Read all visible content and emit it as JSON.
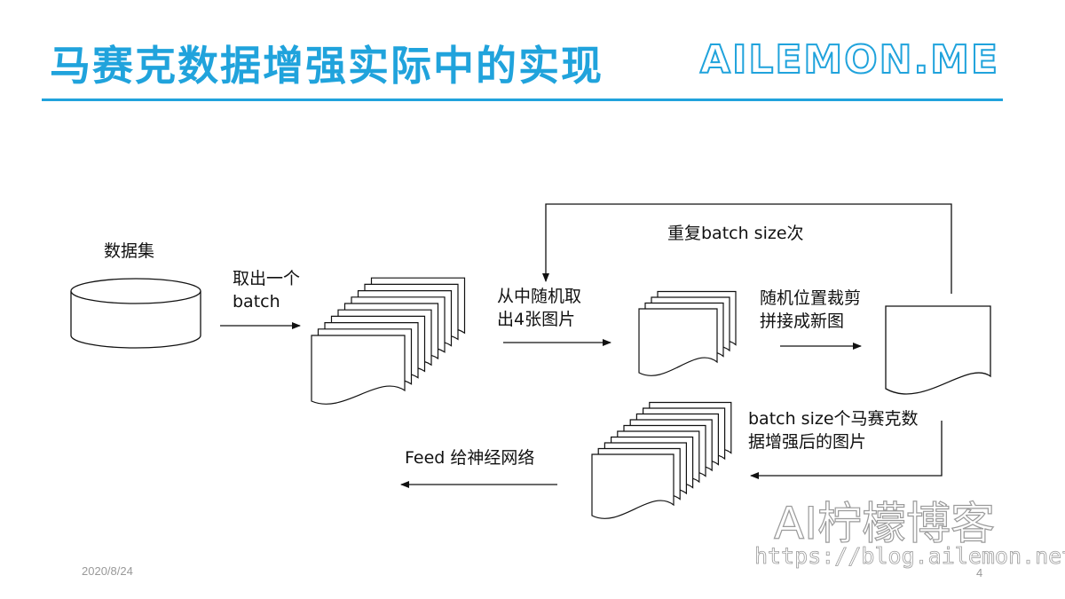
{
  "header": {
    "title": "马赛克数据增强实际中的实现",
    "brand": "AILEMON.ME"
  },
  "diagram": {
    "dataset_label": "数据集",
    "take_batch_label_1": "取出一个",
    "take_batch_label_2": "batch",
    "pick_four_label_1": "从中随机取",
    "pick_four_label_2": "出4张图片",
    "crop_stitch_label_1": "随机位置裁剪",
    "crop_stitch_label_2": "拼接成新图",
    "repeat_label": "重复batch size次",
    "result_label_1": "batch size个马赛克数",
    "result_label_2": "据增强后的图片",
    "feed_label": "Feed 给神经网络"
  },
  "footer": {
    "date": "2020/8/24",
    "page": "4"
  },
  "watermark": {
    "name": "AI柠檬博客",
    "url": "https://blog.ailemon.net/"
  },
  "colors": {
    "accent": "#20a3dc",
    "line": "#111111",
    "muted": "#999999"
  }
}
